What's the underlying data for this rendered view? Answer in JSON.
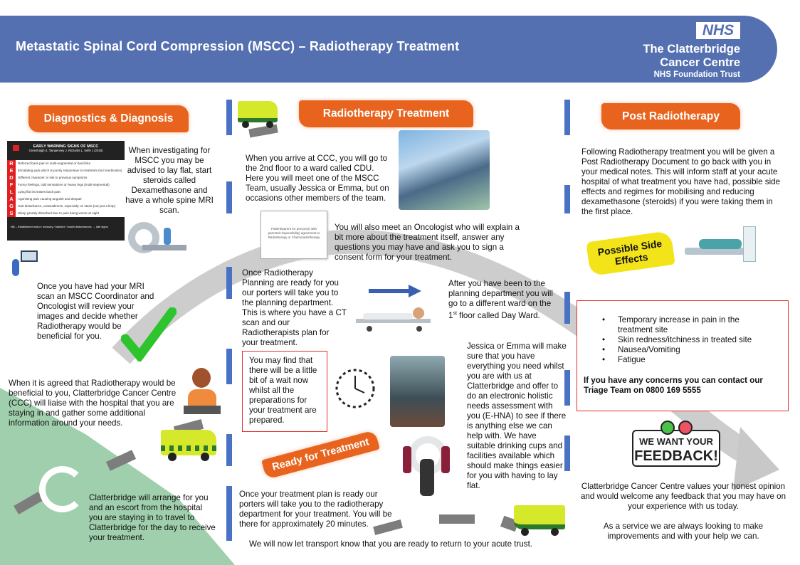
{
  "header": {
    "title": "Metastatic Spinal Cord Compression (MSCC) – Radiotherapy Treatment",
    "logo": "NHS",
    "org_line1": "The Clatterbridge",
    "org_line2": "Cancer Centre",
    "org_line3": "NHS Foundation Trust",
    "color": "#5570b0"
  },
  "sections": {
    "diagnostics": "Diagnostics & Diagnosis",
    "radiotherapy": "Radiotherapy Treatment",
    "post": "Post Radiotherapy",
    "ready": "Ready for Treatment",
    "side_effects": "Possible Side Effects"
  },
  "warning_card": {
    "title": "EARLY WARNING SIGNS OF MSCC",
    "authors": "Greenhalgh S, Tampenney J, Richards L, Selfe J (2018)",
    "letters": [
      "R",
      "E",
      "D",
      "F",
      "L",
      "A",
      "G",
      "S"
    ],
    "items": [
      "Referred back pain is multi-segmental or band like",
      "Escalating pain which is poorly responsive to treatment (incl medication)",
      "Different character or site to previous symptoms",
      "Funny feelings, odd sensations or heavy legs (multi-segmental)",
      "Lying flat increases back pain",
      "Agonising pain causing anguish and despair",
      "Gait disturbance, unsteadiness, especially on stairs (not just a limp)",
      "Sleep grossly disturbed due to pain being worse at night"
    ],
    "footer": "NB – Established motor / sensory / bladder / bowel disturbances → late signs"
  },
  "left": {
    "p1": "When investigating for MSCC you may be advised to lay flat, start steroids called Dexamethasone and have a whole spine MRI scan.",
    "p2": "Once you have had your MRI scan an MSCC Coordinator and Oncologist will review your images and decide whether Radiotherapy would be beneficial for you.",
    "p3": "When it is agreed that Radiotherapy would be beneficial to you, Clatterbridge Cancer Centre (CCC) will liaise with the hospital that you are staying in and gather some additional information around your needs.",
    "p4": "Clatterbridge will arrange for you and an escort from the hospital you are staying in to travel to Clatterbridge for the day to receive your treatment."
  },
  "middle": {
    "p1": "When you arrive at CCC, you will go to the 2nd floor to a ward called CDU. Here you will meet one of the MSCC Team, usually Jessica or Emma, but on occasions other members of the team.",
    "consent_doc": "Patient/parent for person(s) with parental responsibility) agreement to Radiotherapy or Chemoradiotherapy",
    "p2": "You will also meet an Oncologist who will explain a bit more about the treatment itself, answer any questions you may have and ask you to sign a consent form for your treatment.",
    "p3": "Once Radiotherapy Planning are ready for you our porters will take you to the planning department. This is where you have a CT scan and our Radiotherapists plan for your treatment.",
    "p4_a": "After you have been to the planning department you will go to a different ward on the 1",
    "p4_sup": "st",
    "p4_b": " floor called Day Ward.",
    "wait": "You may find that there will be a little bit of a wait now whilst all the preparations for your treatment are prepared.",
    "p5": "Jessica or Emma will make sure that you have everything you need whilst you are with us at Clatterbridge and offer to do an electronic holistic needs assessment with you (E-HNA) to see if there is anything else we can help with. We have suitable drinking cups and facilities available which should make things easier for you with having to lay flat.",
    "p6": "Once your treatment plan is ready our porters will take you to the radiotherapy department for your treatment. You will be there for approximately 20 minutes.",
    "p7": "We will now let transport know that you are ready to return to your acute trust."
  },
  "right": {
    "p1": "Following Radiotherapy treatment you will be given a Post Radiotherapy Document to go back with you in your medical notes. This will inform staff at your acute hospital of what treatment you have had, possible side effects and regimes for mobilising and reducing dexamethasone (steroids) if you were taking them in the first place.",
    "side_effects": [
      "Temporary increase in pain in the treatment site",
      "Skin redness/itchiness in treated site",
      "Nausea/Vomiting",
      "Fatigue"
    ],
    "contact": "If you have any concerns you can contact our Triage Team on 0800 169 5555",
    "feedback_l1": "WE WANT YOUR",
    "feedback_l2": "FEEDBACK!",
    "p2": "Clatterbridge Cancer Centre values your honest opinion and would welcome any feedback that you may have on your experience with us today.",
    "p3": "As a service we are always looking to make improvements and with your help we can."
  }
}
